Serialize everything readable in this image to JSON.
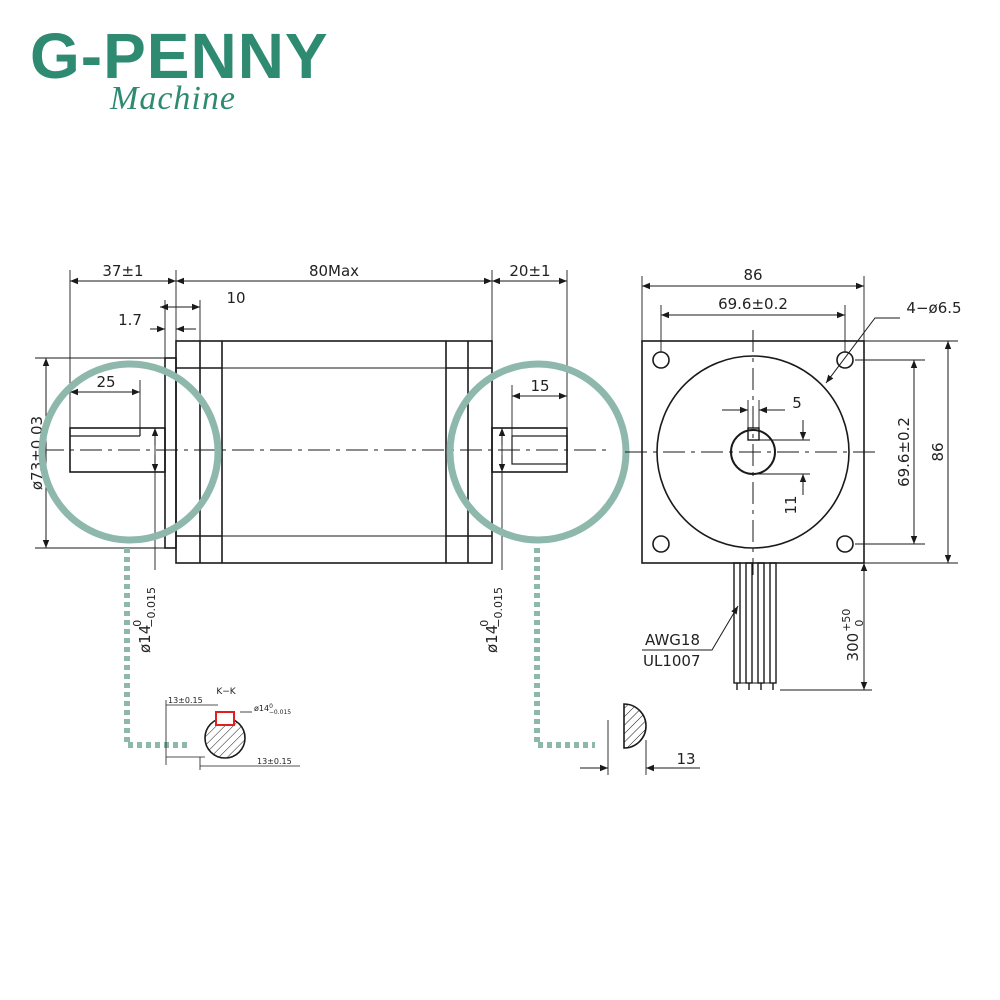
{
  "brand": {
    "title": "G-PENNY",
    "subtitle": "Machine"
  },
  "colors": {
    "brand": "#2f8a72",
    "highlight_ring": "#8fb8ad",
    "callout_box": "#e02020",
    "line": "#1a1a1a"
  },
  "side_view": {
    "dim_shaft_length": "37±1",
    "dim_body_length": "80Max",
    "dim_rear_shaft": "20±1",
    "dim_flange": "10",
    "dim_step": "1.7",
    "dim_key_length_front": "25",
    "dim_key_length_rear": "15",
    "dim_pilot_diameter": "ø73±0.03",
    "dim_shaft_dia_front_main": "ø14",
    "dim_shaft_dia_front_tol_upper": "0",
    "dim_shaft_dia_front_tol_lower": "−0.015",
    "dim_shaft_dia_rear_main": "ø14",
    "dim_shaft_dia_rear_tol_upper": "0",
    "dim_shaft_dia_rear_tol_lower": "−0.015"
  },
  "front_view": {
    "dim_width": "86",
    "dim_hole_spacing": "69.6±0.2",
    "dim_holes": "4−ø6.5",
    "dim_key_width": "5",
    "dim_key_depth": "11",
    "dim_hole_spacing_v": "69.6±0.2",
    "dim_height": "86",
    "dim_lead_length_main": "300",
    "dim_lead_length_tol_upper": "+50",
    "dim_lead_length_tol_lower": "0",
    "wire_gauge": "AWG18",
    "wire_type": "UL1007"
  },
  "section_kk": {
    "title": "K−K",
    "dim_top": "13±0.15",
    "dim_dia": "ø14",
    "dim_dia_tol_upper": "0",
    "dim_dia_tol_lower": "−0.015",
    "dim_bottom": "13±0.15"
  },
  "section_rear": {
    "dim_flat": "13"
  }
}
